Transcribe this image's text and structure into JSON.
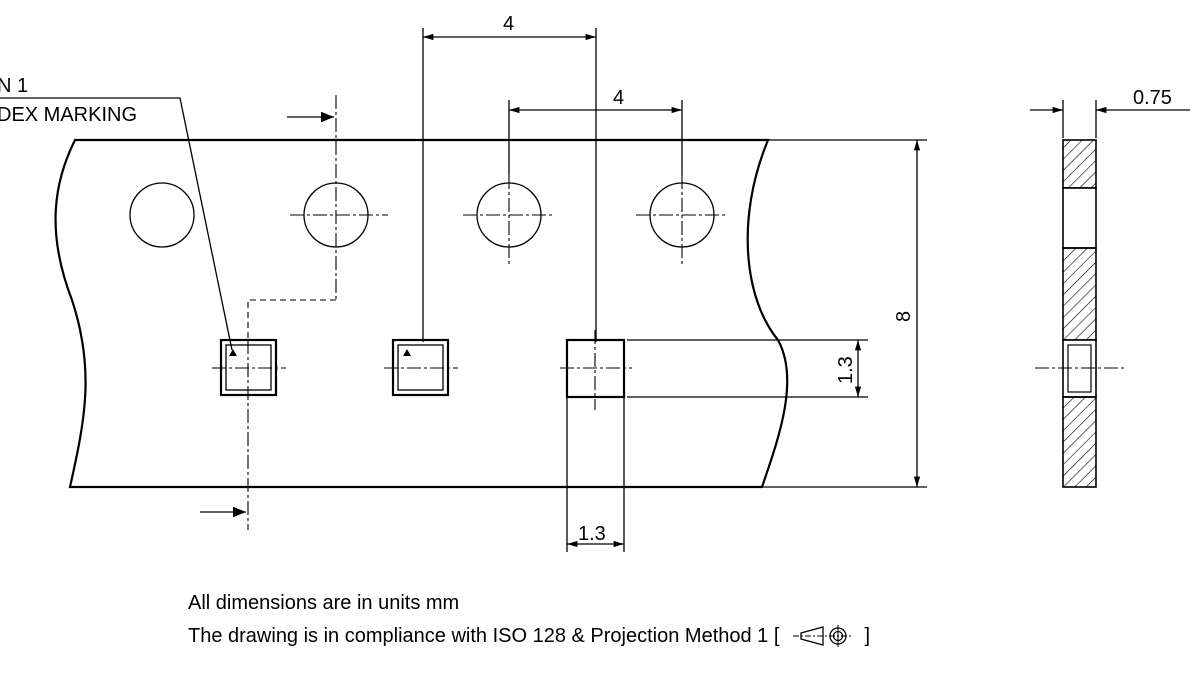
{
  "labels": {
    "pin_line1": "N 1",
    "pin_line2": "DEX MARKING",
    "pitch_top": "4",
    "pitch_second": "4",
    "thickness": "0.75",
    "tape_width": "8",
    "pocket_height": "1.3",
    "pocket_width": "1.3"
  },
  "notes": {
    "line1": "All dimensions are in units mm",
    "line2_text": "The drawing is in compliance with ISO 128 &  Projection Method 1 [",
    "line2_close": "]"
  },
  "icons": {
    "projection_symbol": "first-angle-projection-icon"
  }
}
